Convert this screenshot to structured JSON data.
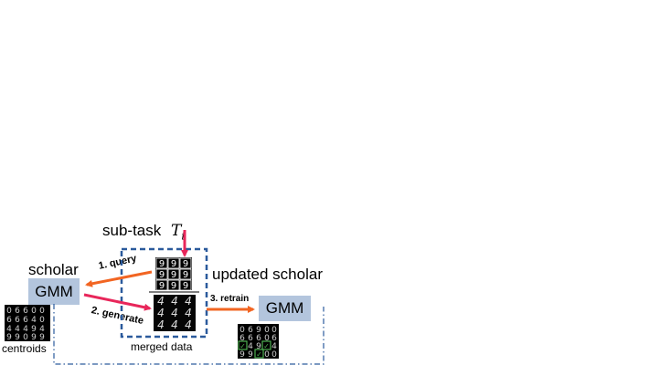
{
  "subtask": {
    "label": "sub-task",
    "symbol": "T",
    "subscript": "i"
  },
  "scholar": {
    "label": "scholar",
    "model": "GMM",
    "centroids_label": "centroids"
  },
  "updated_scholar": {
    "label": "updated scholar",
    "model": "GMM"
  },
  "merged": {
    "label": "merged data"
  },
  "steps": {
    "query": "1. query",
    "generate": "2. generate",
    "retrain": "3. retrain"
  },
  "colors": {
    "query_arrow": "#f26522",
    "generate_arrow": "#e8265a",
    "input_arrow": "#e8265a",
    "retrain_arrow": "#f26522",
    "box_dash": "#2b5a9c",
    "gmm_fill": "#b3c5dd"
  }
}
